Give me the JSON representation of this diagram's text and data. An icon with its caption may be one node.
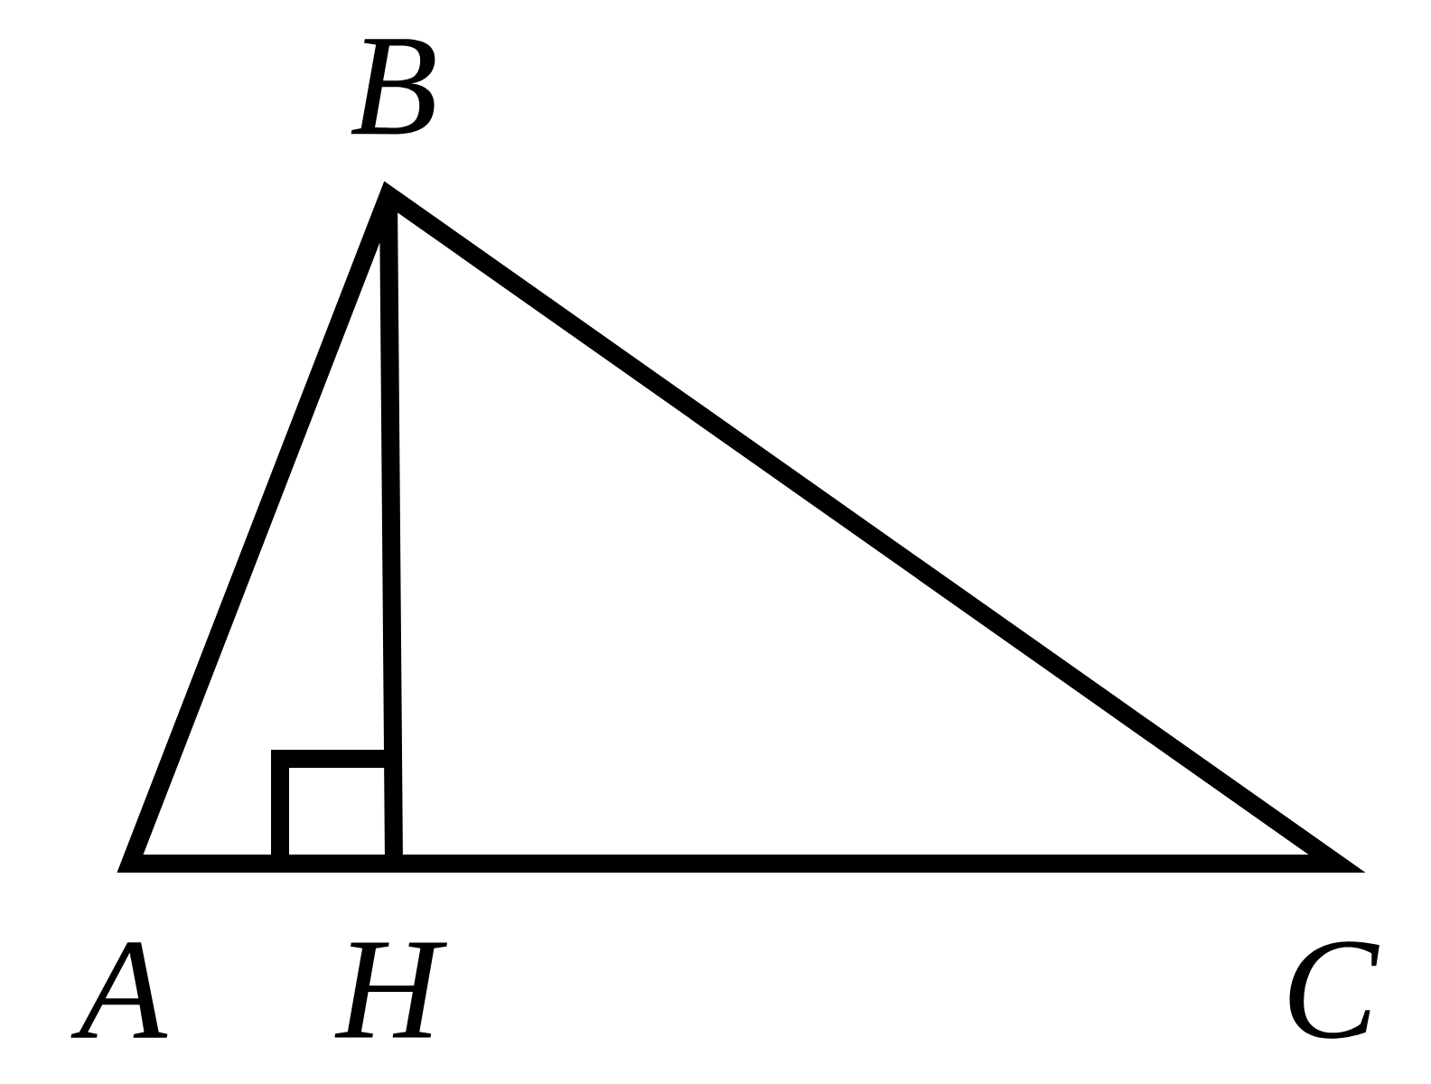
{
  "diagram": {
    "labels": [
      "B",
      "A",
      "H",
      "C"
    ]
  }
}
